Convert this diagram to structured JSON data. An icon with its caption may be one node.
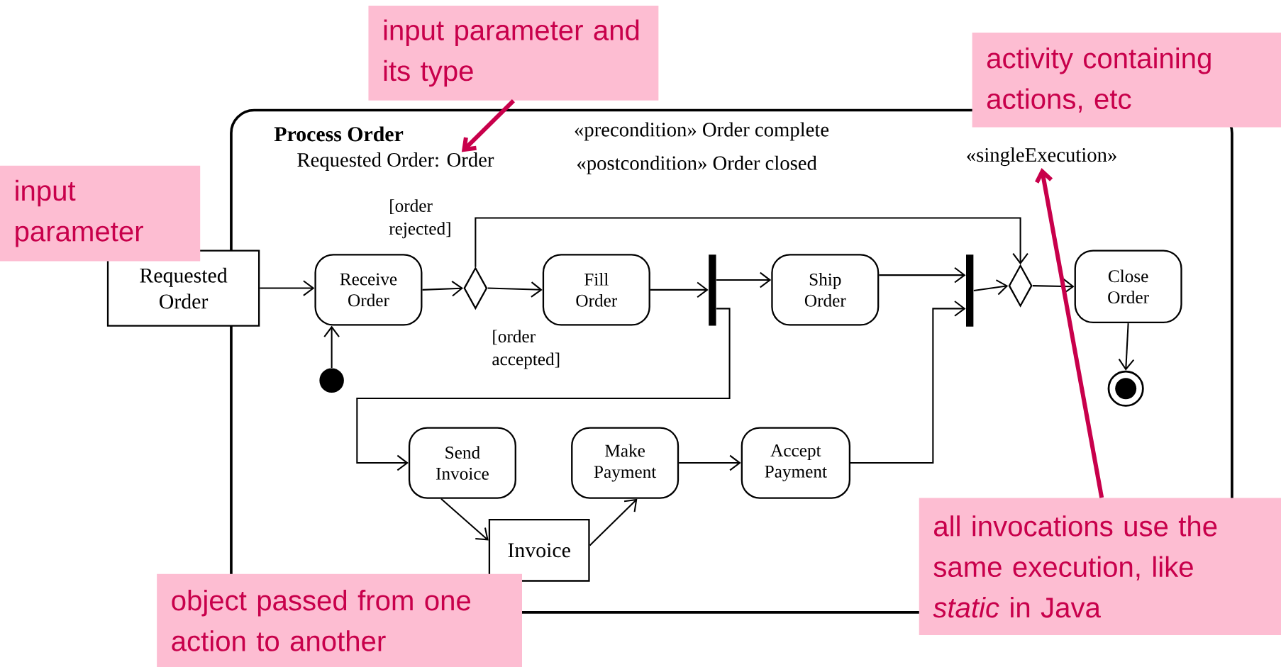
{
  "diagram": {
    "nodes": [
      {
        "text": [
          "Process Order",
          "«precondition» Order complete",
          "«postcondition» Order closed"
        ]
      },
      {
        "text": [
          "Requested Order: Order"
        ],
        "in": 0
      },
      {
        "text": [
          "«singleExecution»"
        ],
        "in": 0
      },
      {
        "text": [
          "Requested Order"
        ]
      },
      {
        "text": [],
        "shape": "circle",
        "in": 0
      },
      {
        "text": [
          "Receive Order"
        ],
        "in": 0
      },
      {
        "text": [],
        "shape": "diamond",
        "in": 0
      },
      {
        "text": [
          "Fill Order"
        ],
        "in": 0
      },
      {
        "text": [],
        "shape": "bar",
        "in": 0
      },
      {
        "text": [
          "Ship Order"
        ],
        "in": 0
      },
      {
        "text": [
          "Send Invoice"
        ],
        "in": 0
      },
      {
        "text": [
          "Invoice"
        ],
        "in": 0
      },
      {
        "text": [
          "Make Payment"
        ],
        "in": 0
      },
      {
        "text": [
          "Accept Payment"
        ],
        "in": 0
      },
      {
        "text": [],
        "shape": "bar",
        "in": 0
      },
      {
        "text": [],
        "shape": "diamond",
        "in": 0
      },
      {
        "text": [
          "Close Order"
        ],
        "in": 0
      },
      {
        "text": [],
        "shape": "circle",
        "in": 0
      },
      {
        "text": [
          "input parameter and its type"
        ]
      },
      {
        "text": [
          "activity containing actions, etc"
        ]
      },
      {
        "text": [
          "input parameter"
        ]
      },
      {
        "text": [
          "all invocations use the same execution, like *static* in Java"
        ]
      },
      {
        "text": [
          "object passed from one action to another"
        ]
      }
    ],
    "edges": [
      {
        "from": 3,
        "to": 5,
        "arrow": "to"
      },
      {
        "from": 4,
        "to": 5,
        "arrow": "to"
      },
      {
        "from": 5,
        "to": 6,
        "arrow": "to"
      },
      {
        "from": 6,
        "to": 7,
        "arrow": "to",
        "label": "[order accepted]"
      },
      {
        "from": 6,
        "to": 15,
        "arrow": "to",
        "label": "[order rejected]"
      },
      {
        "from": 7,
        "to": 8,
        "arrow": "to"
      },
      {
        "from": 8,
        "to": 9,
        "arrow": "to"
      },
      {
        "from": 8,
        "to": 10,
        "arrow": "to"
      },
      {
        "from": 9,
        "to": 14,
        "arrow": "to"
      },
      {
        "from": 13,
        "to": 14,
        "arrow": "to"
      },
      {
        "from": 14,
        "to": 15,
        "arrow": "to"
      },
      {
        "from": 15,
        "to": 16,
        "arrow": "to"
      },
      {
        "from": 16,
        "to": 17,
        "arrow": "to"
      },
      {
        "from": 10,
        "to": 11,
        "arrow": "to"
      },
      {
        "from": 11,
        "to": 12,
        "arrow": "to"
      },
      {
        "from": 12,
        "to": 13,
        "arrow": "to"
      },
      {
        "from": 18,
        "to": 1,
        "arrow": "to",
        "style": "thick",
        "color": "#c8004b"
      },
      {
        "from": 21,
        "to": 2,
        "arrow": "to",
        "style": "thick",
        "color": "#c8004b"
      }
    ]
  }
}
